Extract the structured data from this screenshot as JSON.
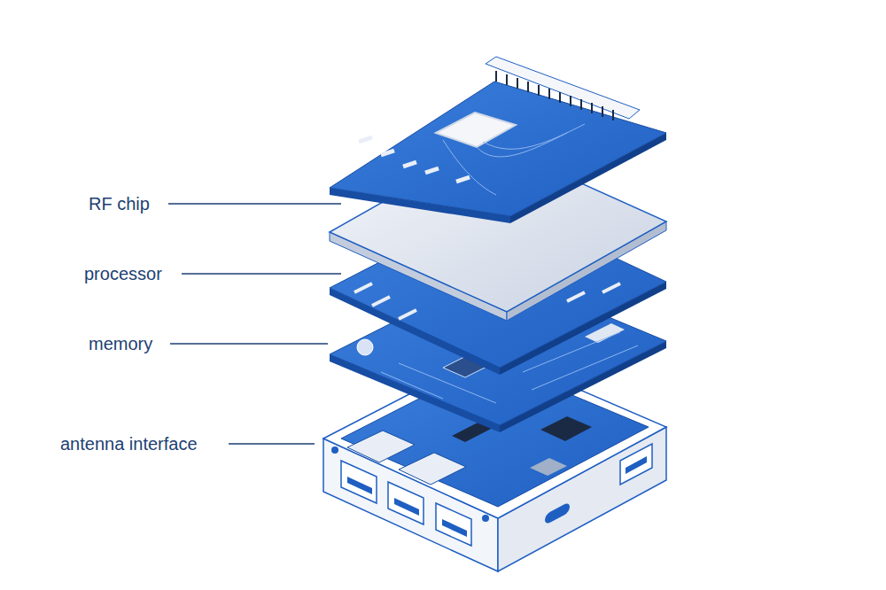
{
  "diagram": {
    "labels": [
      "RF chip",
      "processor",
      "memory",
      "antenna interface"
    ]
  }
}
